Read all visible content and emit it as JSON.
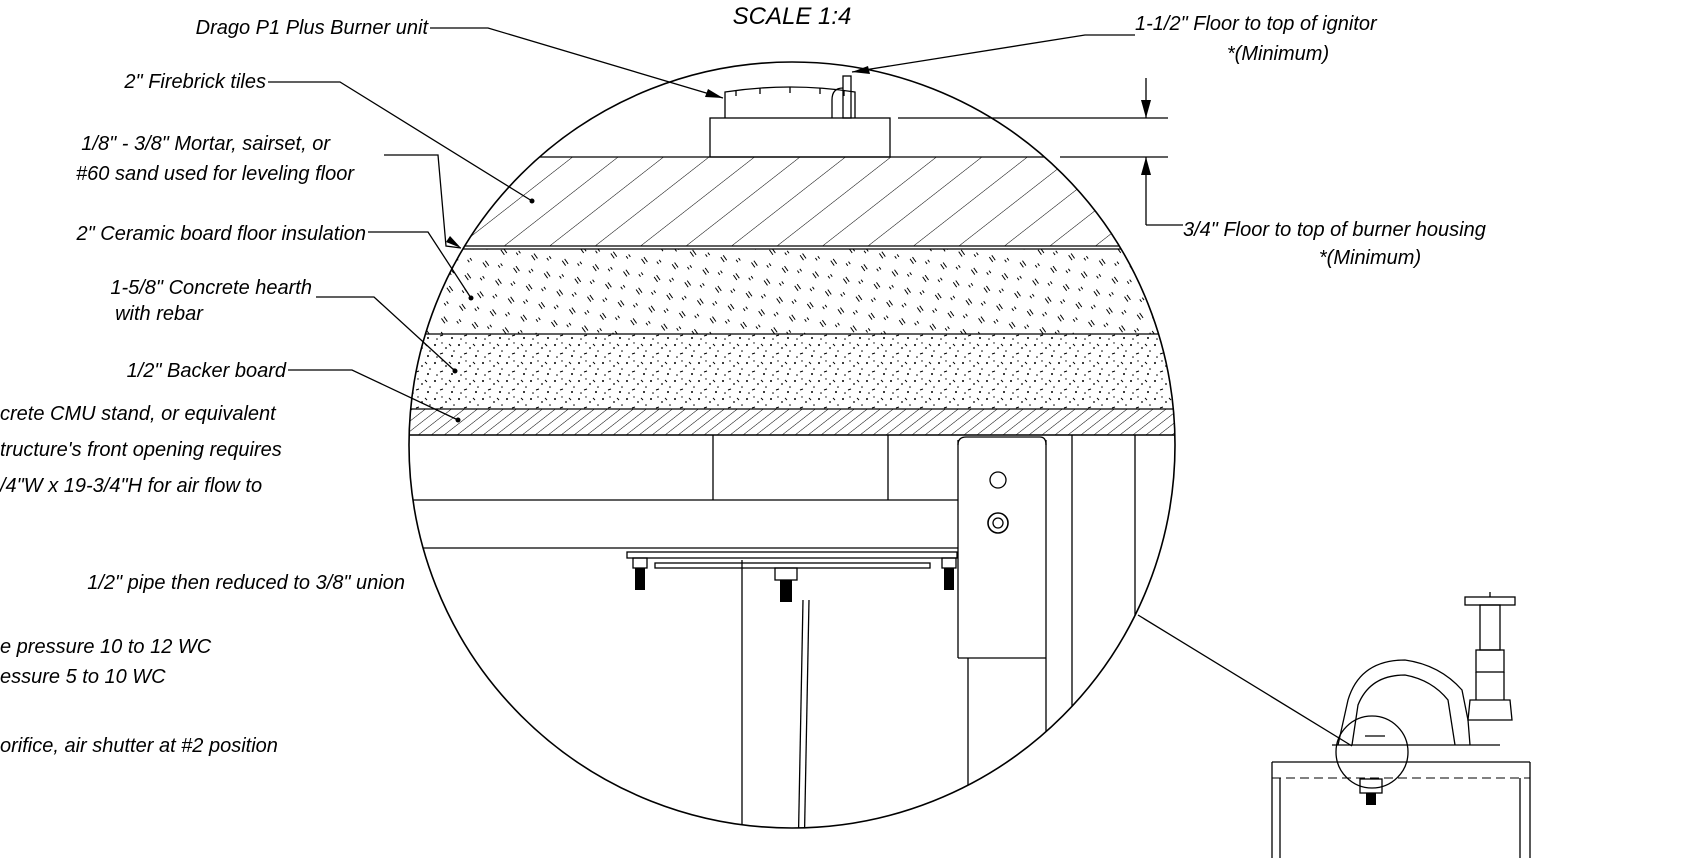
{
  "title": "SCALE 1:4",
  "callouts": {
    "burner": "Drago P1 Plus Burner unit",
    "firebrick": "2\" Firebrick tiles",
    "mortar_line1": "1/8\" - 3/8\" Mortar, sairset, or",
    "mortar_line2": "#60 sand used for leveling floor",
    "ceramic": "2\" Ceramic board floor insulation",
    "concrete_line1": "1-5/8\" Concrete hearth",
    "concrete_line2": "with rebar",
    "backer": "1/2\" Backer board",
    "stand_line1": "crete CMU stand, or equivalent",
    "stand_line2": "tructure's front opening requires",
    "stand_line3": "/4\"W x 19-3/4\"H for air flow to",
    "pipe": "1/2\" pipe then reduced to 3/8\" union",
    "pressure_line1": "e pressure 10 to 12 WC",
    "pressure_line2": "essure 5 to 10 WC",
    "orifice": "orifice, air shutter at #2 position",
    "ignitor_line1": "1-1/2\" Floor to top of ignitor",
    "ignitor_line2": "*(Minimum)",
    "housing_line1": "3/4\" Floor to top of burner housing",
    "housing_line2": "*(Minimum)"
  }
}
